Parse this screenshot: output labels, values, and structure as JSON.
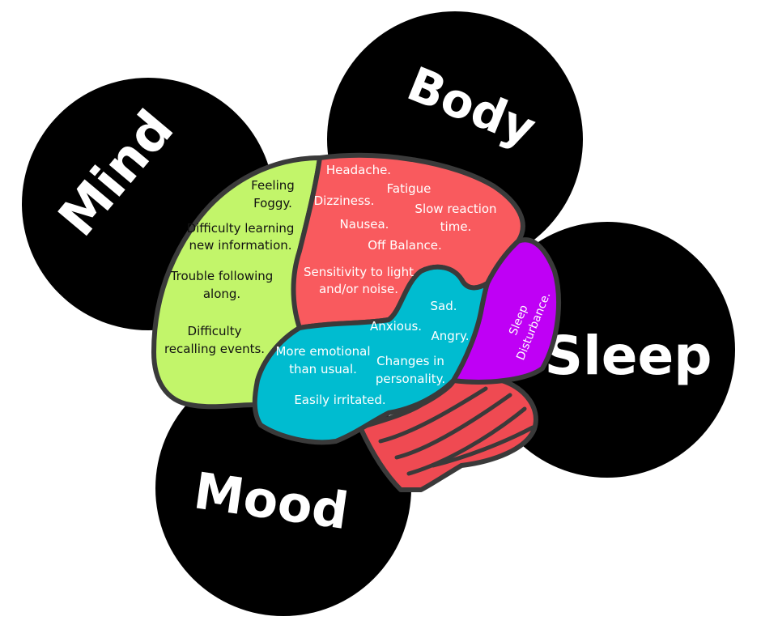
{
  "categories": {
    "mind": "Mind",
    "body": "Body",
    "sleep": "Sleep",
    "mood": "Mood"
  },
  "mind_symptoms": {
    "feeling_1": "Feeling",
    "feeling_2": "Foggy.",
    "learning_1": "Difficulty learning",
    "learning_2": "new information.",
    "following_1": "Trouble following",
    "following_2": "along.",
    "recalling_1": "Difficulty",
    "recalling_2": "recalling events."
  },
  "body_symptoms": {
    "headache": "Headache.",
    "fatigue": "Fatigue",
    "dizziness": "Dizziness.",
    "reaction_1": "Slow reaction",
    "reaction_2": "time.",
    "nausea": "Nausea.",
    "balance": "Off Balance.",
    "sensitivity_1": "Sensitivity to light",
    "sensitivity_2": "and/or noise."
  },
  "mood_symptoms": {
    "sad": "Sad.",
    "anxious": "Anxious.",
    "angry": "Angry.",
    "emotional_1": "More emotional",
    "emotional_2": "than usual.",
    "personality_1": "Changes in",
    "personality_2": "personality.",
    "irritated": "Easily irritated."
  },
  "sleep_symptoms": {
    "sleep_1": "Sleep",
    "sleep_2": "Disturbance."
  },
  "colors": {
    "circle": "#000000",
    "outline": "#3a3a3a",
    "mind_region": "#c2f56a",
    "body_region": "#f95a5e",
    "mood_region": "#00bcd0",
    "sleep_region": "#bf00f5",
    "stem": "#ef4a52"
  }
}
